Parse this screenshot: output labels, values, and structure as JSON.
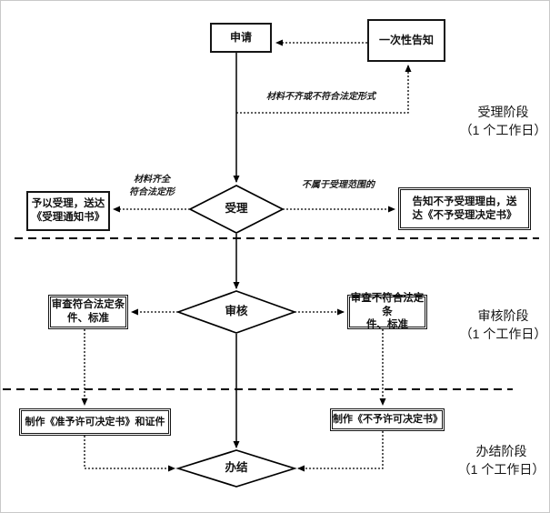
{
  "nodes": {
    "apply": {
      "label": "申请"
    },
    "one_time_notice": {
      "label": "一次性告知"
    },
    "accept": {
      "label": "受理"
    },
    "accept_granted": {
      "lines": [
        "予以受理，送达",
        "《受理通知书》"
      ]
    },
    "accept_denied": {
      "lines": [
        "告知不予受理理由，送",
        "达《不予受理决定书》"
      ]
    },
    "review": {
      "label": "审核"
    },
    "review_pass": {
      "lines": [
        "审查符合法定条",
        "件、标准"
      ]
    },
    "review_fail": {
      "lines": [
        "审查不符合法定条",
        "件、标准"
      ]
    },
    "make_permit": {
      "label": "制作《准予许可决定书》和证件"
    },
    "make_denial": {
      "label": "制作《不予许可决定书》"
    },
    "close": {
      "label": "办结"
    }
  },
  "edge_labels": {
    "materials_incomplete": "材料不齐或不符合法定形式",
    "materials_complete": [
      "材料齐全",
      "符合法定形"
    ],
    "out_of_scope": "不属于受理范围的"
  },
  "phases": [
    {
      "name": "受理阶段",
      "duration": "（1 个工作日）"
    },
    {
      "name": "审核阶段",
      "duration": "（1 个工作日）"
    },
    {
      "name": "办结阶段",
      "duration": "（1 个工作日）"
    }
  ],
  "colors": {
    "line": "#000000",
    "background": "#ffffff"
  }
}
